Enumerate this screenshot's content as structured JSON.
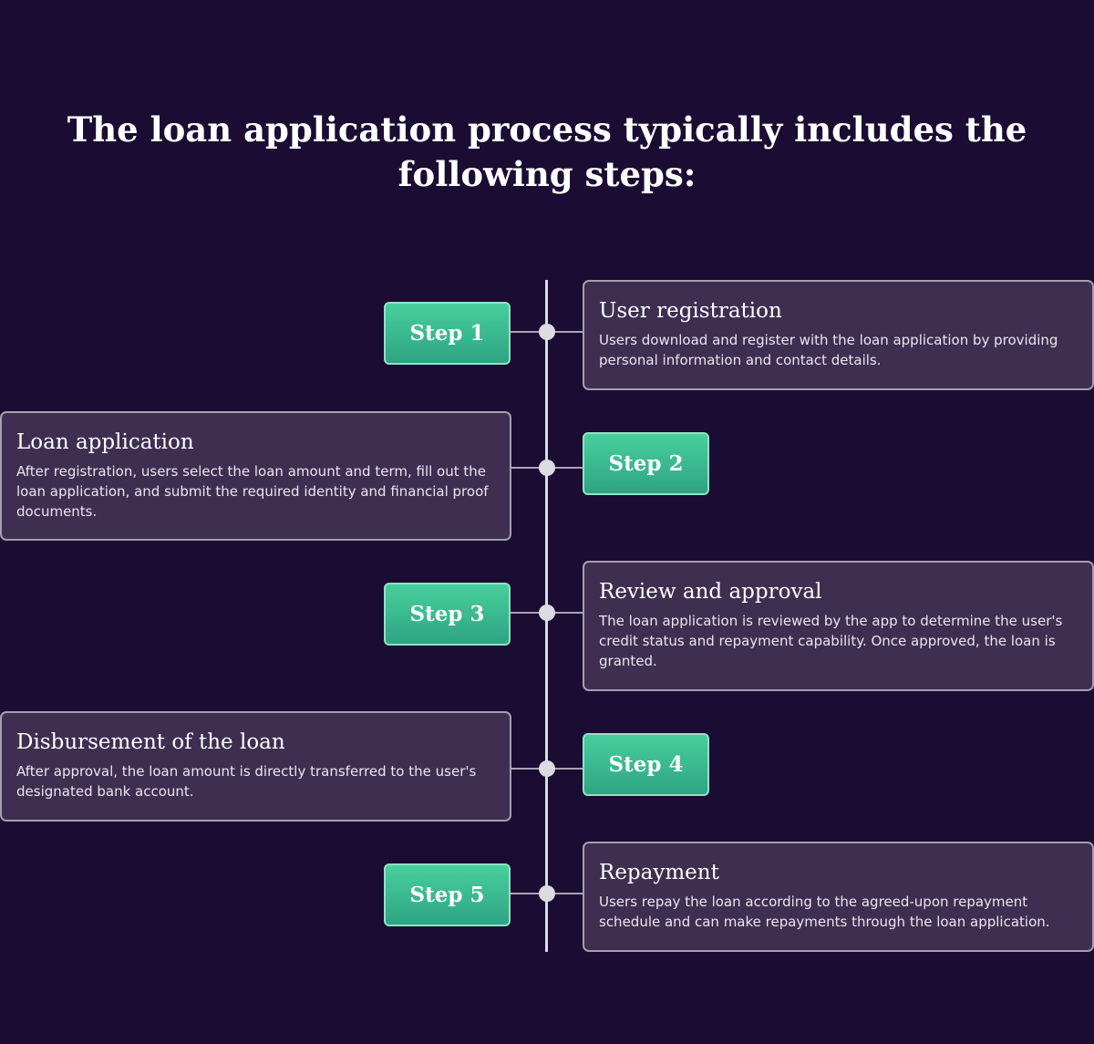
{
  "title": "The loan application process typically includes the following steps:",
  "steps": [
    {
      "label": "Step 1",
      "title": "User registration",
      "description": "Users download and register with the loan application by providing personal information and contact details."
    },
    {
      "label": "Step 2",
      "title": "Loan application",
      "description": "After registration, users select the loan amount and term, fill out the loan application, and submit the required identity and financial proof documents."
    },
    {
      "label": "Step 3",
      "title": "Review and approval",
      "description": "The loan application is reviewed by the app to determine the user's credit status and repayment capability. Once approved, the loan is granted."
    },
    {
      "label": "Step 4",
      "title": "Disbursement of the loan",
      "description": "After approval, the loan amount is directly transferred to the user's designated bank account."
    },
    {
      "label": "Step 5",
      "title": "Repayment",
      "description": "Users repay the loan according to the agreed-upon repayment schedule and can make repayments through the loan application."
    }
  ],
  "colors": {
    "background": "#1a0c33",
    "badge_top": "#48cf9d",
    "badge_bottom": "#2ea483",
    "card_fill": "#3e2f51",
    "card_border": "#a59eb1",
    "axis": "#dcdbe2"
  }
}
